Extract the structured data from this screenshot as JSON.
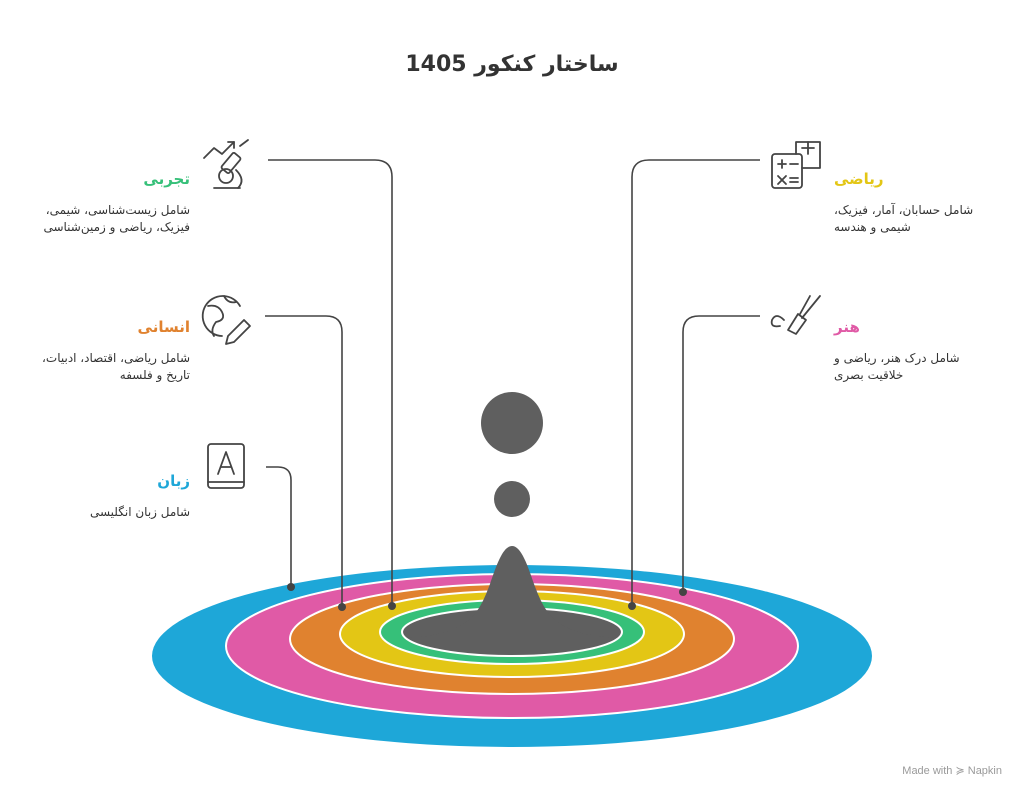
{
  "title": "ساختار کنکور 1405",
  "colors": {
    "blue": "#1ea7d8",
    "pink": "#e05aa6",
    "orange": "#e0822f",
    "yellow": "#e3c615",
    "green": "#36c079",
    "gray": "#5f5f5f"
  },
  "categories": {
    "tajrobi": {
      "name": "تجربی",
      "desc_line1": "شامل زیست‌شناسی، شیمی،",
      "desc_line2": "فیزیک، ریاضی و زمین‌شناسی",
      "icon": "microscope-icon"
    },
    "ensani": {
      "name": "انسانی",
      "desc_line1": "شامل ریاضی، اقتصاد، ادبیات،",
      "desc_line2": "تاریخ و فلسفه",
      "icon": "globe-pencil-icon"
    },
    "zaban": {
      "name": "زبان",
      "desc_line1": "شامل زبان انگلیسی",
      "icon": "language-book-icon"
    },
    "riazi": {
      "name": "ریاضی",
      "desc_line1": "شامل حسابان، آمار، فیزیک،",
      "desc_line2": "شیمی و هندسه",
      "icon": "calculator-icon"
    },
    "honar": {
      "name": "هنر",
      "desc_line1": "شامل درک هنر، ریاضی و",
      "desc_line2": "خلاقیت بصری",
      "icon": "brush-icon"
    }
  },
  "footer": "Made with ≽ Napkin"
}
